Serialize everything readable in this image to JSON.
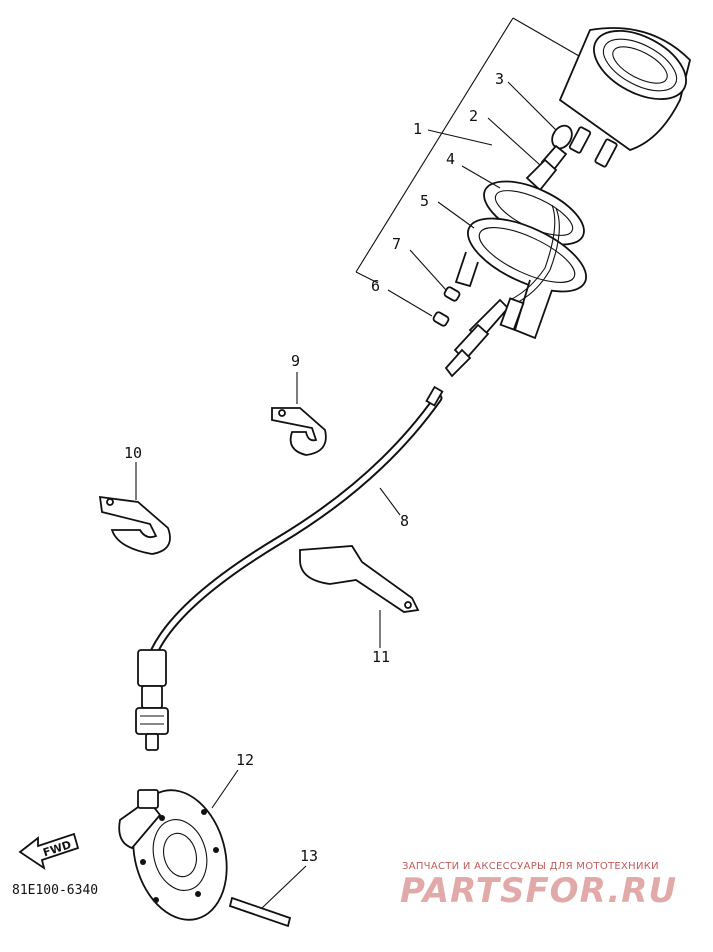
{
  "diagram": {
    "drawing_code": "81E100-6340",
    "forward_marker": "FWD",
    "callouts": [
      {
        "id": "1",
        "label": "1"
      },
      {
        "id": "2",
        "label": "2"
      },
      {
        "id": "3",
        "label": "3"
      },
      {
        "id": "4",
        "label": "4"
      },
      {
        "id": "5",
        "label": "5"
      },
      {
        "id": "6",
        "label": "6"
      },
      {
        "id": "7",
        "label": "7"
      },
      {
        "id": "8",
        "label": "8"
      },
      {
        "id": "9",
        "label": "9"
      },
      {
        "id": "10",
        "label": "10"
      },
      {
        "id": "11",
        "label": "11"
      },
      {
        "id": "12",
        "label": "12"
      },
      {
        "id": "13",
        "label": "13"
      }
    ]
  },
  "watermark": {
    "tagline": "ЗАПЧАСТИ И АКСЕССУАРЫ ДЛЯ МОТОТЕХНИКИ",
    "brand": "PARTSFOR.RU",
    "colors": {
      "tagline": "#c45a5a",
      "brand": "#e2a9a9"
    }
  }
}
